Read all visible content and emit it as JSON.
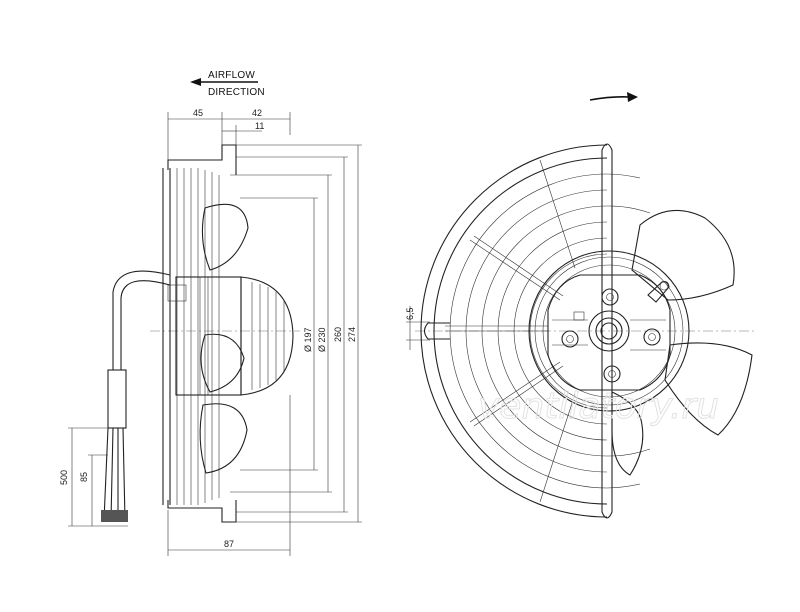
{
  "labels": {
    "airflow_line1": "AIRFLOW",
    "airflow_line2": "DIRECTION"
  },
  "dimensions": {
    "d45": "45",
    "d42": "42",
    "d11": "11",
    "d87": "87",
    "d197": "Ø 197",
    "d230": "Ø 230",
    "d260": "260",
    "d274": "274",
    "d500": "500",
    "d85": "85",
    "d65": "6,5"
  },
  "watermark": "ventilatory.ru",
  "colors": {
    "line": "#222222",
    "background": "#ffffff"
  }
}
